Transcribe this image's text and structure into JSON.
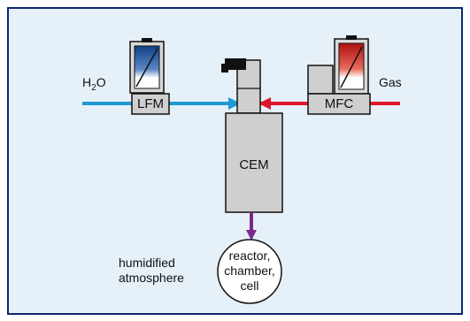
{
  "diagram": {
    "h2o_label": "H2O",
    "h2o_main": "H",
    "h2o_sub": "2",
    "h2o_tail": "O",
    "gas_label": "Gas",
    "lfm_label": "LFM",
    "mfc_label": "MFC",
    "cem_label": "CEM",
    "target_lines": [
      "reactor,",
      "chamber,",
      "cell"
    ],
    "atmosphere_lines": [
      "humidified",
      "atmosphere"
    ]
  },
  "colors": {
    "frame_fill": "#e6f0f8",
    "frame_border": "#0a2a6e",
    "water_line": "#1e9ad6",
    "gas_line": "#e0162b",
    "output_line": "#7a2a8c",
    "component_fill": "#cfcfcf",
    "meter_blue": "#1f5aa6",
    "meter_red": "#d42020"
  }
}
